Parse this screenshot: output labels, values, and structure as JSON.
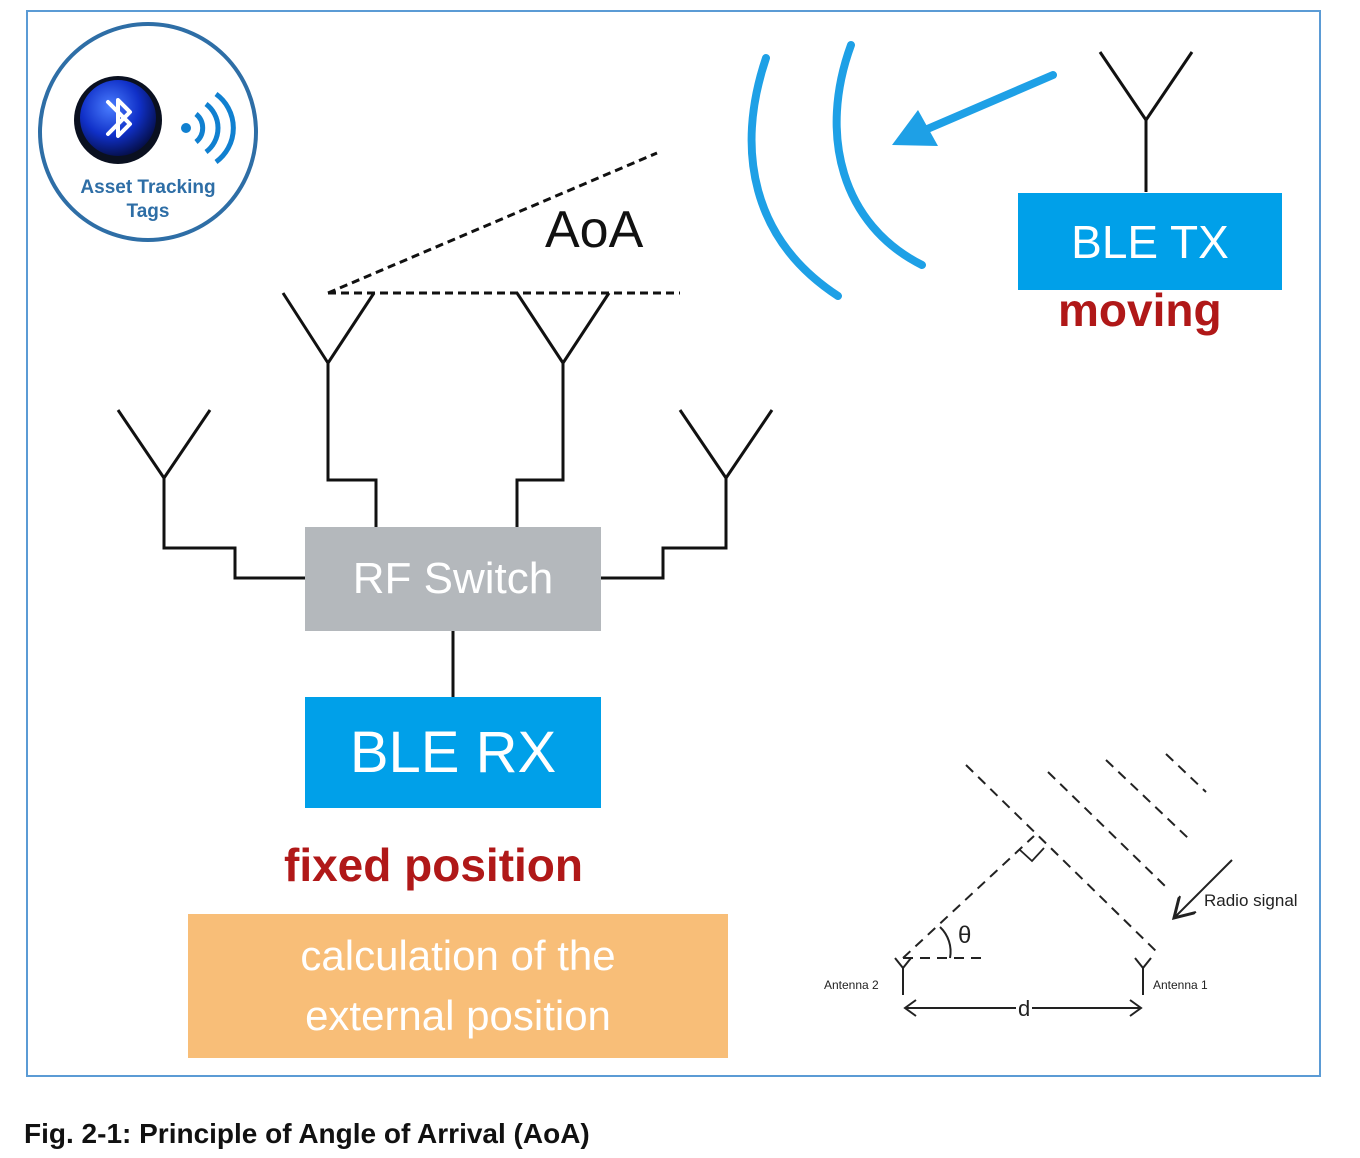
{
  "logo": {
    "line1": "Asset Tracking",
    "line2": "Tags"
  },
  "labels": {
    "aoa": "AoA",
    "ble_tx": "BLE TX",
    "moving": "moving",
    "rf_switch": "RF Switch",
    "ble_rx": "BLE RX",
    "fixed_position": "fixed position",
    "calc_line1": "calculation of the",
    "calc_line2": "external position"
  },
  "inset": {
    "radio_signal": "Radio signal",
    "antenna2": "Antenna 2",
    "antenna1": "Antenna 1",
    "theta": "θ",
    "d": "d"
  },
  "caption": "Fig. 2-1: Principle of Angle of Arrival (AoA)",
  "colors": {
    "frame": "#5b9bd5",
    "blue_box": "#00a0e9",
    "gray_box": "#b4b8bc",
    "orange_box": "#f8be78",
    "red_text": "#b01818",
    "wave": "#1ea0e6",
    "logo_text": "#2e6ea6"
  },
  "icons": [
    "bluetooth-icon",
    "signal-waves-icon",
    "antenna-icon",
    "arrow-icon"
  ]
}
